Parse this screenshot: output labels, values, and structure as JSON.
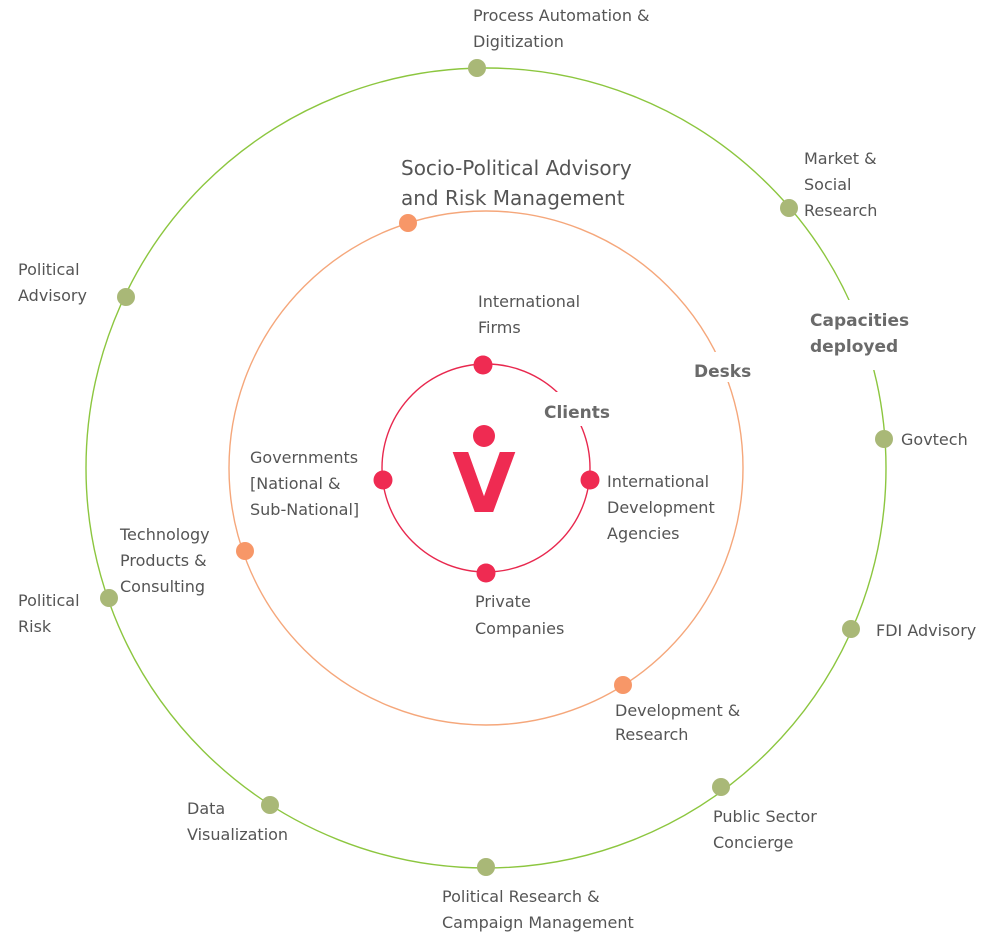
{
  "colors": {
    "outer_ring": "#8cc63f",
    "outer_node": "#a9b877",
    "middle_ring": "#f5a77b",
    "middle_node": "#f79768",
    "inner_ring": "#e8284e",
    "inner_node": "#ef2b52",
    "logo": "#ef2b52",
    "text": "#555555",
    "title_text": "#6a6a6a"
  },
  "logo": {
    "letter": "V"
  },
  "rings": {
    "inner": {
      "title": "Clients"
    },
    "middle": {
      "title": "Desks"
    },
    "outer": {
      "title_lines": [
        "Capacities",
        "deployed"
      ]
    }
  },
  "clients": [
    {
      "lines": [
        "International",
        "Firms"
      ]
    },
    {
      "lines": [
        "International",
        "Development",
        "Agencies"
      ]
    },
    {
      "lines": [
        "Private",
        "Companies"
      ]
    },
    {
      "lines": [
        "Governments",
        "[National &",
        "Sub-National]"
      ]
    }
  ],
  "desks": [
    {
      "lines": [
        "Socio-Political Advisory",
        "and Risk Management"
      ]
    },
    {
      "lines": [
        "Development &",
        "Research"
      ]
    },
    {
      "lines": [
        "Technology",
        "Products &",
        "Consulting"
      ]
    }
  ],
  "capacities": [
    {
      "lines": [
        "Process Automation &",
        "Digitization"
      ]
    },
    {
      "lines": [
        "Market &",
        "Social",
        "Research"
      ]
    },
    {
      "lines": [
        "Govtech"
      ]
    },
    {
      "lines": [
        "FDI Advisory"
      ]
    },
    {
      "lines": [
        "Public Sector",
        "Concierge"
      ]
    },
    {
      "lines": [
        "Political Research &",
        "Campaign Management"
      ]
    },
    {
      "lines": [
        "Data",
        "Visualization"
      ]
    },
    {
      "lines": [
        "Political",
        "Risk"
      ]
    },
    {
      "lines": [
        "Political",
        "Advisory"
      ]
    }
  ]
}
